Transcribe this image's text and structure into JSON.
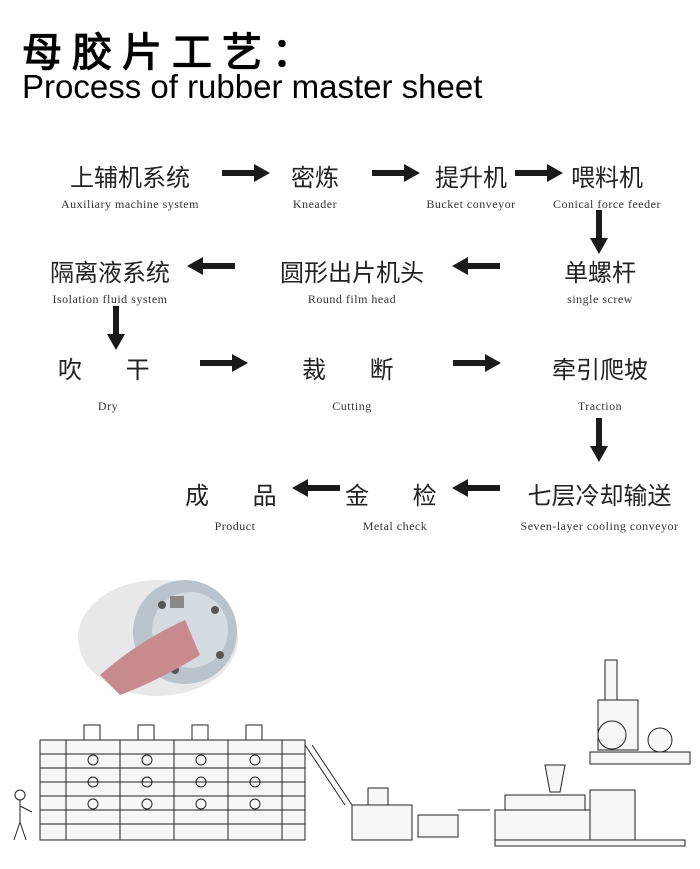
{
  "title": {
    "cn": "母胶片工艺：",
    "en": "Process of rubber master sheet"
  },
  "steps": {
    "aux": {
      "cn": "上辅机系统",
      "en": "Auxiliary machine system"
    },
    "kneader": {
      "cn": "密炼",
      "en": "Kneader"
    },
    "bucket": {
      "cn": "提升机",
      "en": "Bucket conveyor"
    },
    "feeder": {
      "cn": "喂料机",
      "en": "Conical force feeder"
    },
    "screw": {
      "cn": "单螺杆",
      "en": "single screw"
    },
    "head": {
      "cn": "圆形出片机头",
      "en": "Round film head"
    },
    "isolation": {
      "cn": "隔离液系统",
      "en": "Isolation fluid system"
    },
    "dry": {
      "cn": "吹 干",
      "en": "Dry"
    },
    "cutting": {
      "cn": "裁 断",
      "en": "Cutting"
    },
    "traction": {
      "cn": "牵引爬坡",
      "en": "Traction"
    },
    "cooling": {
      "cn": "七层冷却输送",
      "en": "Seven-layer cooling conveyor"
    },
    "metal": {
      "cn": "金 检",
      "en": "Metal check"
    },
    "product": {
      "cn": "成 品",
      "en": "Product"
    }
  },
  "colors": {
    "arrow": "#1a1a1a",
    "photo": "#c98a8f"
  }
}
